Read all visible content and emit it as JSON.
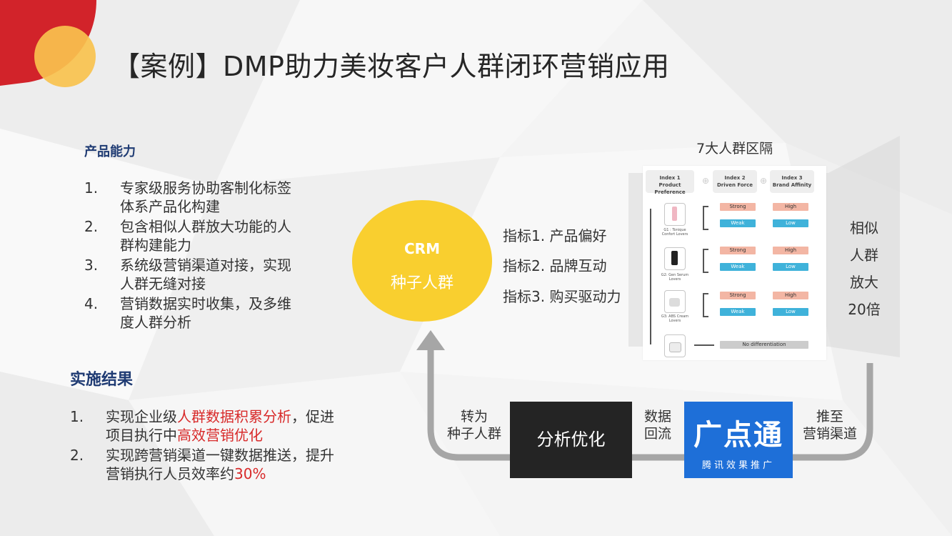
{
  "slide": {
    "title": "【案例】DMP助力美妆客户人群闭环营销应用"
  },
  "product_capability": {
    "heading": "产品能力",
    "items": [
      {
        "num": "1.",
        "line1": "专家级服务协助客制化标签",
        "line2": "体系产品化构建"
      },
      {
        "num": "2.",
        "line1": "包含相似人群放大功能的人",
        "line2": "群构建能力"
      },
      {
        "num": "3.",
        "line1": "系统级营销渠道对接，实现",
        "line2": "人群无缝对接"
      },
      {
        "num": "4.",
        "line1": "营销数据实时收集，及多维",
        "line2": "度人群分析"
      }
    ]
  },
  "results": {
    "heading": "实施结果",
    "items": [
      {
        "num": "1.",
        "line1_a": "实现企业级",
        "line1_hl": "人群数据积累分析",
        "line1_b": "，促进",
        "line2_a": "项目执行中",
        "line2_hl": "高效营销优化"
      },
      {
        "num": "2.",
        "line1_a": "实现跨营销渠道一键数据推送，提升",
        "line2_a": "营销执行人员效率约",
        "line2_hl": "30%"
      }
    ]
  },
  "diagram": {
    "crm_title": "CRM",
    "crm_sub": "种子人群",
    "metrics": [
      "指标1. 产品偏好",
      "指标2. 品牌互动",
      "指标3. 购买驱动力"
    ],
    "segments_title": "7大人群区隔",
    "index_headers": [
      {
        "l1": "Index 1",
        "l2": "Product Preference"
      },
      {
        "l1": "Index 2",
        "l2": "Driven Force"
      },
      {
        "l1": "Index 3",
        "l2": "Brand Affinity"
      }
    ],
    "products": [
      {
        "l1": "G1 : Tonique",
        "l2": "Confort Lovers"
      },
      {
        "l1": "G2: Gen Serum",
        "l2": "Lovers"
      },
      {
        "l1": "G3: ABS Cream",
        "l2": "Lovers"
      }
    ],
    "pill_strong": "Strong",
    "pill_weak": "Weak",
    "pill_high": "High",
    "pill_low": "Low",
    "pill_nodiff": "No differentiation",
    "lookalike": [
      "相似",
      "人群",
      "放大",
      "20倍"
    ],
    "to_seed_l1": "转为",
    "to_seed_l2": "种子人群",
    "analysis_box": "分析优化",
    "data_back_l1": "数据",
    "data_back_l2": "回流",
    "gdt_logo": "广点通",
    "gdt_sub": "腾讯效果推广",
    "push_l1": "推至",
    "push_l2": "营销渠道"
  },
  "colors": {
    "accent_red": "#d2232a",
    "accent_yellow": "#f9cf2f",
    "heading_blue": "#1f3b73",
    "highlight_red": "#d82a2a",
    "gdt_blue": "#1e6fd8",
    "dark_box": "#242424"
  }
}
